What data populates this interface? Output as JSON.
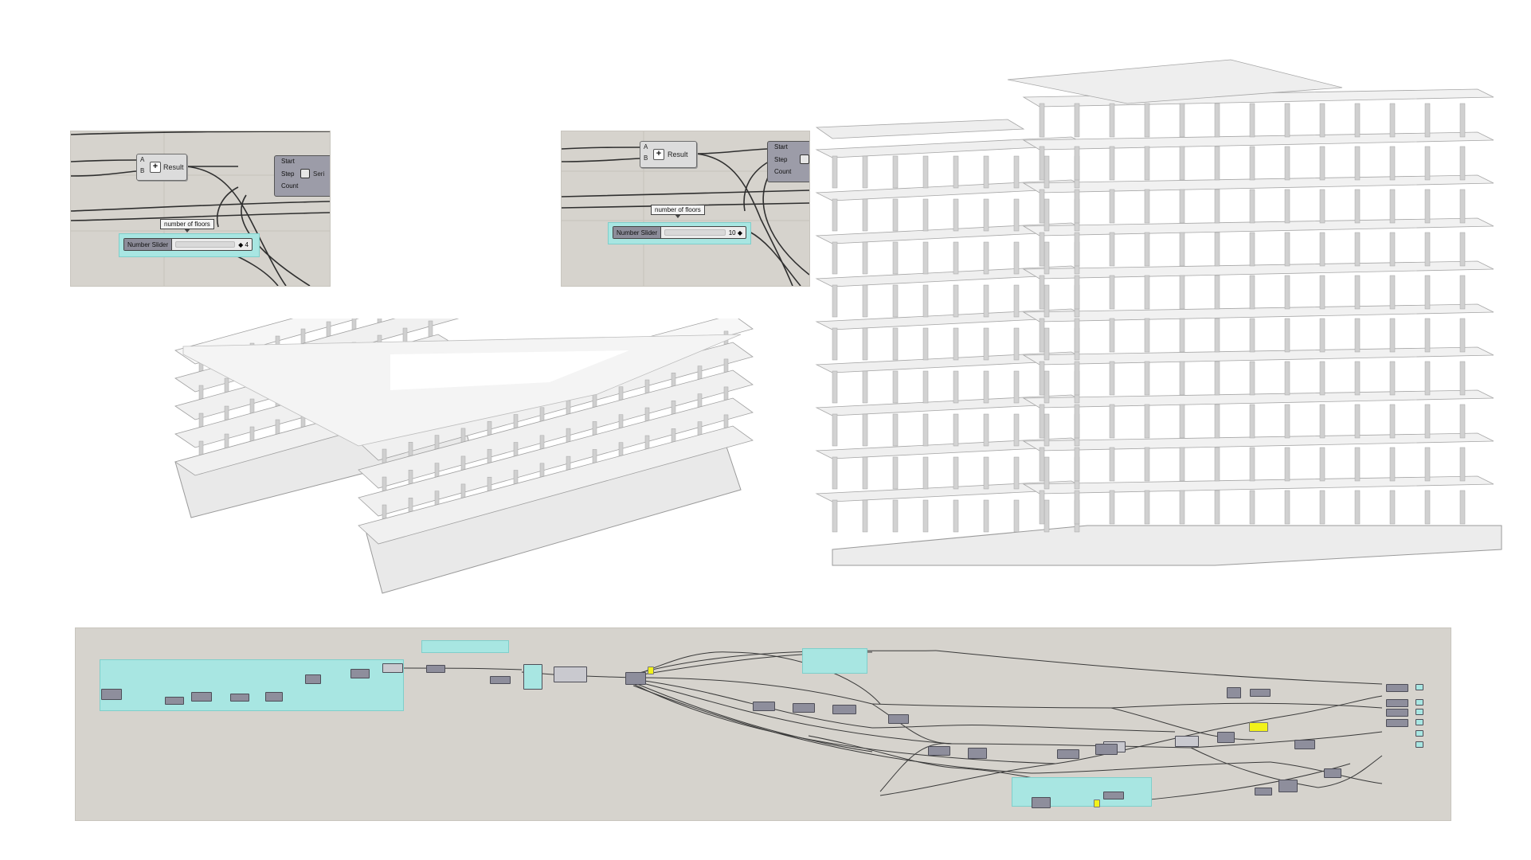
{
  "colors": {
    "canvas": "#d6d3cd",
    "group": "#a8e6e2",
    "node": "#dcdcdc",
    "component": "#8e8e9c",
    "wire": "#2f2f2f",
    "highlight": "#f2f21a"
  },
  "panel_a": {
    "addition": {
      "input_a": "A",
      "input_b": "B",
      "output": "Result"
    },
    "series": {
      "start": "Start",
      "step": "Step",
      "count": "Count",
      "output": "Seri"
    },
    "tooltip": "number of floors",
    "slider": {
      "name": "Number Slider",
      "value": "◆ 4"
    }
  },
  "panel_b": {
    "addition": {
      "input_a": "A",
      "input_b": "B",
      "output": "Result"
    },
    "series": {
      "start": "Start",
      "step": "Step",
      "count": "Count"
    },
    "tooltip": "number of floors",
    "slider": {
      "name": "Number Slider",
      "value": "10 ◆"
    }
  },
  "renders": {
    "low_building": {
      "floors": 4
    },
    "tall_building": {
      "floors": 10
    }
  }
}
